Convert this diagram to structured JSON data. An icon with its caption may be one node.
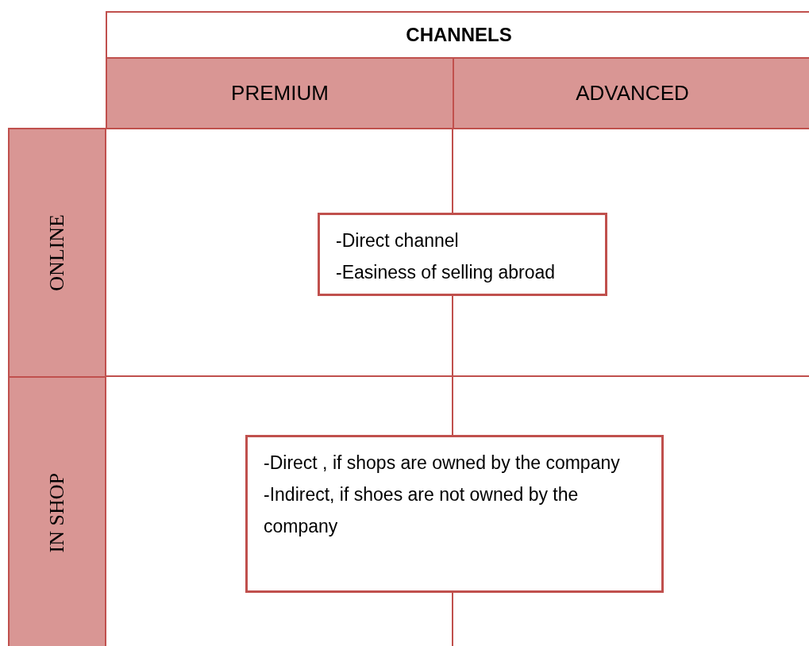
{
  "diagram": {
    "nodes": [
      {
        "text": [
          "CHANNELS"
        ]
      },
      {
        "text": [
          "PREMIUM"
        ]
      },
      {
        "text": [
          "ADVANCED"
        ]
      },
      {
        "text": [
          "ONLINE"
        ]
      },
      {
        "text": [
          "IN SHOP"
        ]
      },
      {
        "text": [
          "-Direct channel",
          "-Easiness of selling abroad"
        ]
      },
      {
        "text": [
          "-Direct , if shops are owned by the company",
          "-Indirect, if shoes are not owned by the company"
        ]
      }
    ],
    "edges": []
  }
}
